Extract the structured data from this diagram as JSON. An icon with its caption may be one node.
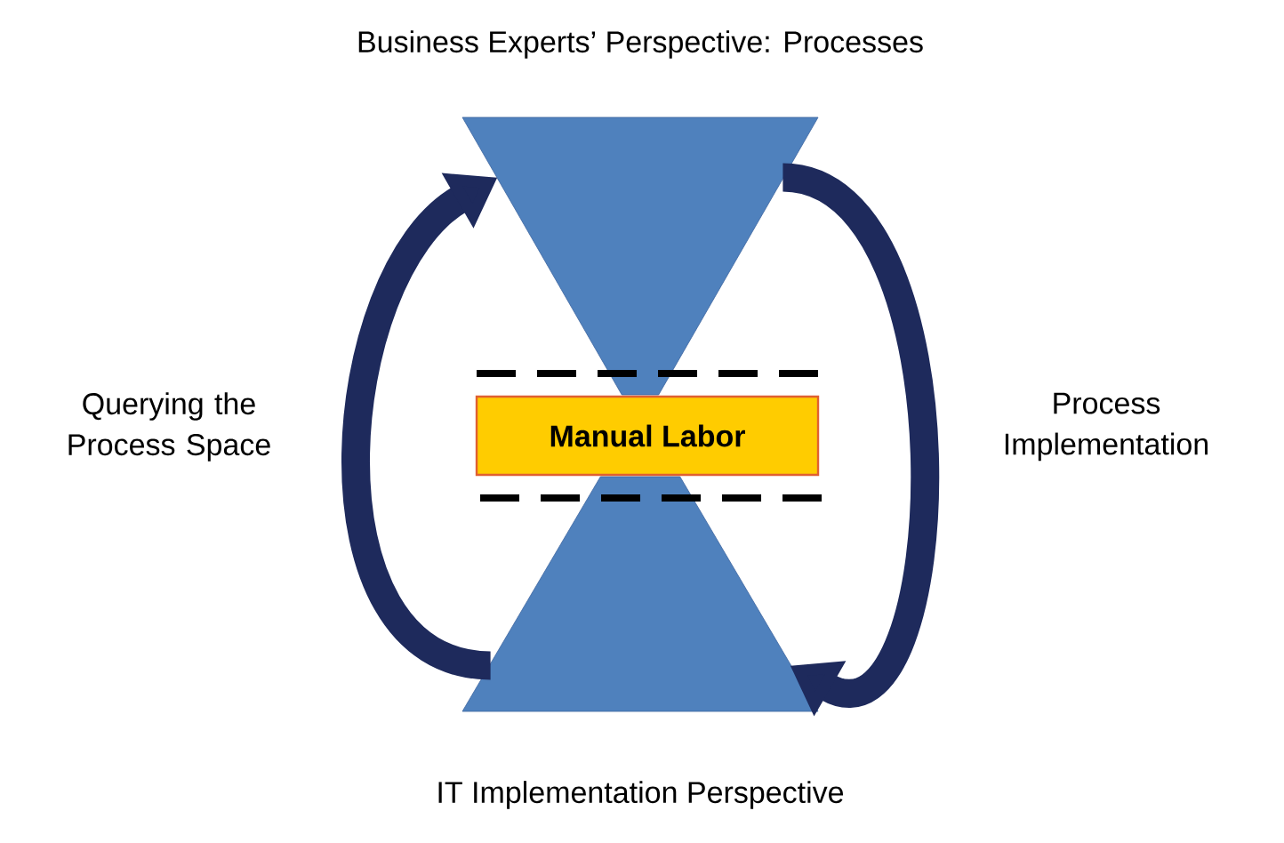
{
  "diagram": {
    "nodes": [
      {
        "text": [],
        "shape": "triangle",
        "beside": [
          "Business Experts’ Perspective: Processes"
        ]
      },
      {
        "text": [],
        "shape": "triangle",
        "beside": [
          "IT Implementation Perspective"
        ]
      },
      {
        "text": [
          "Manual Labor"
        ]
      }
    ],
    "edges": [
      {
        "from": 1,
        "to": 0,
        "arrow": "to",
        "label": "Querying the Process Space"
      },
      {
        "from": 0,
        "to": 1,
        "arrow": "to",
        "label": "Process Implementation"
      }
    ]
  }
}
